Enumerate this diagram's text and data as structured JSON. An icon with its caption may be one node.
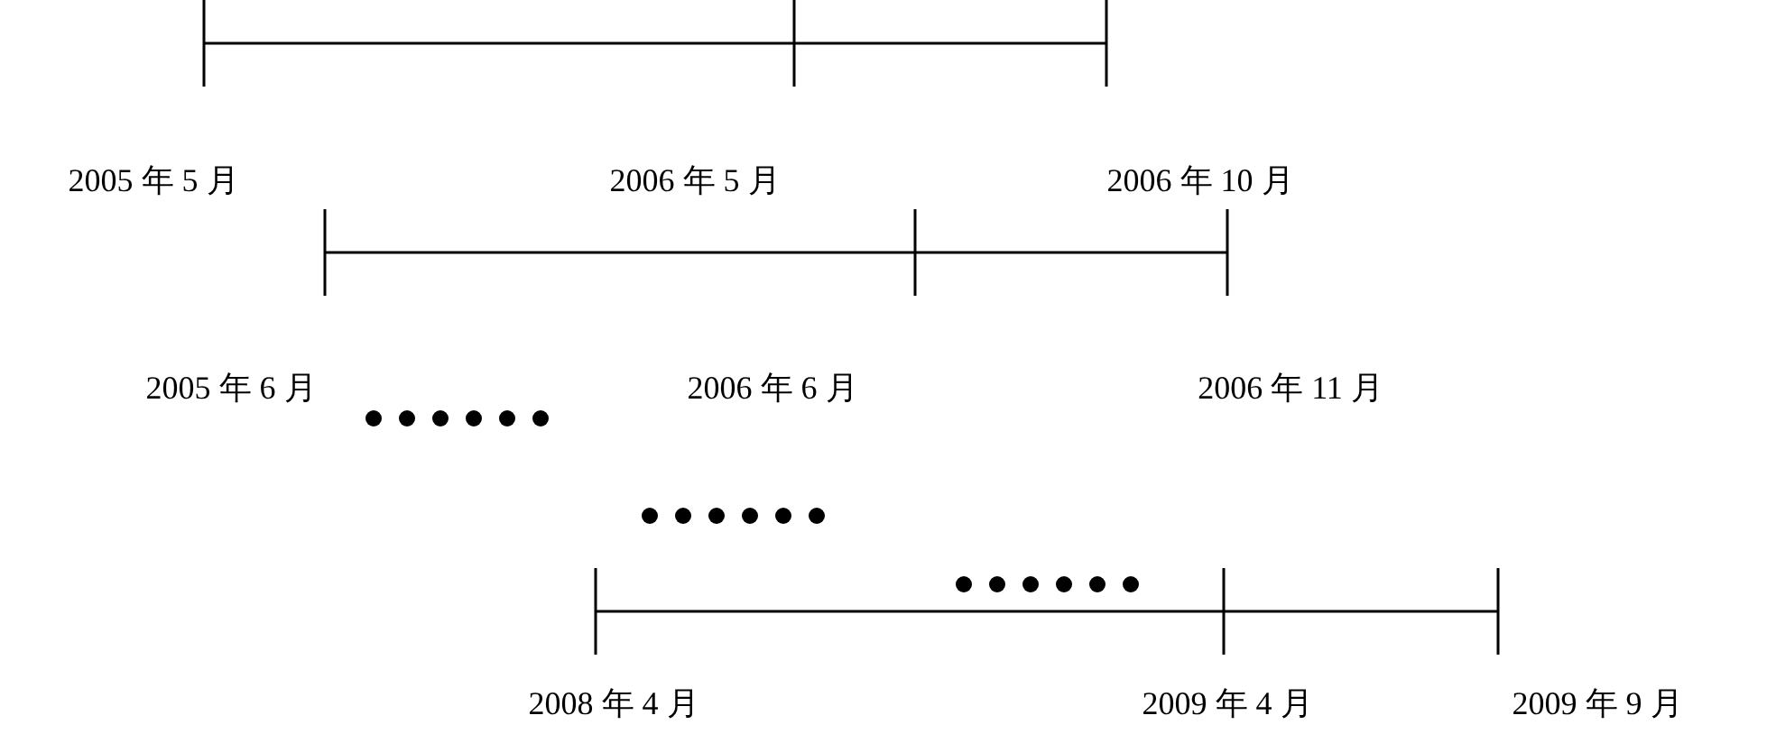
{
  "diagram": {
    "labels": [
      "2005 年 5 月",
      "2006 年 5 月",
      "2006 年 10 月",
      "2005 年 6 月",
      "2006 年 6 月",
      "2006 年 11 月",
      "2008 年 4 月",
      "2009 年 4 月",
      "2009 年 9 月"
    ]
  }
}
